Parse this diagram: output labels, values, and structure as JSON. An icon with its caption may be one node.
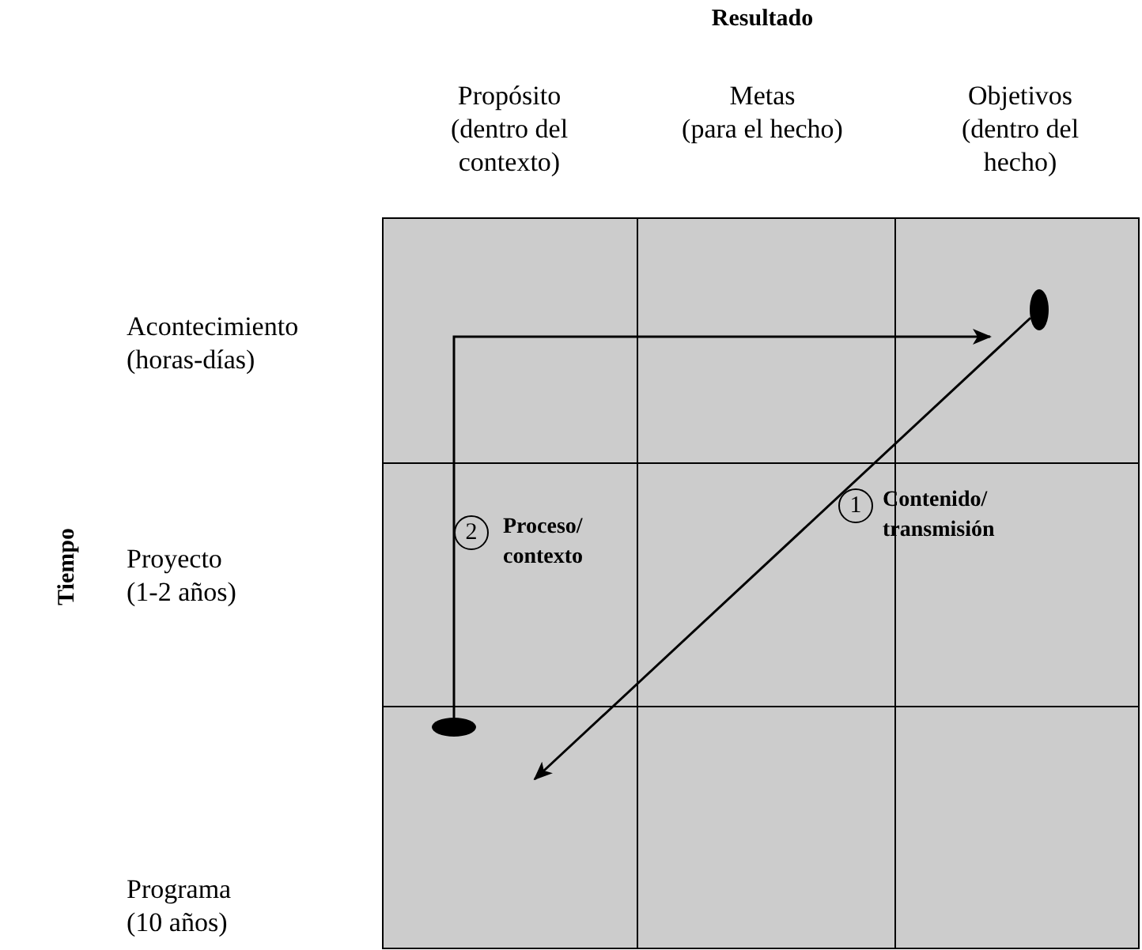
{
  "diagram": {
    "nodes": [
      {
        "text": [],
        "shape": "ellipse"
      },
      {
        "text": [],
        "shape": "ellipse"
      },
      {
        "text": [
          "1"
        ],
        "beside": [
          "Contenido/ transmisión"
        ]
      },
      {
        "text": [
          "2"
        ],
        "beside": [
          "Proceso/ contexto"
        ]
      }
    ],
    "edges": [
      {
        "from": 0,
        "to": null,
        "arrow": "to"
      },
      {
        "from": 1,
        "to": null,
        "arrow": "to"
      }
    ],
    "labels": [
      "Resultado",
      "Propósito (dentro del contexto)",
      "Metas (para el hecho)",
      "Objetivos (dentro del hecho)",
      "Acontecimiento (horas-días)",
      "Tiempo",
      "Proyecto (1-2 años)",
      "Programa (10 años)"
    ]
  }
}
